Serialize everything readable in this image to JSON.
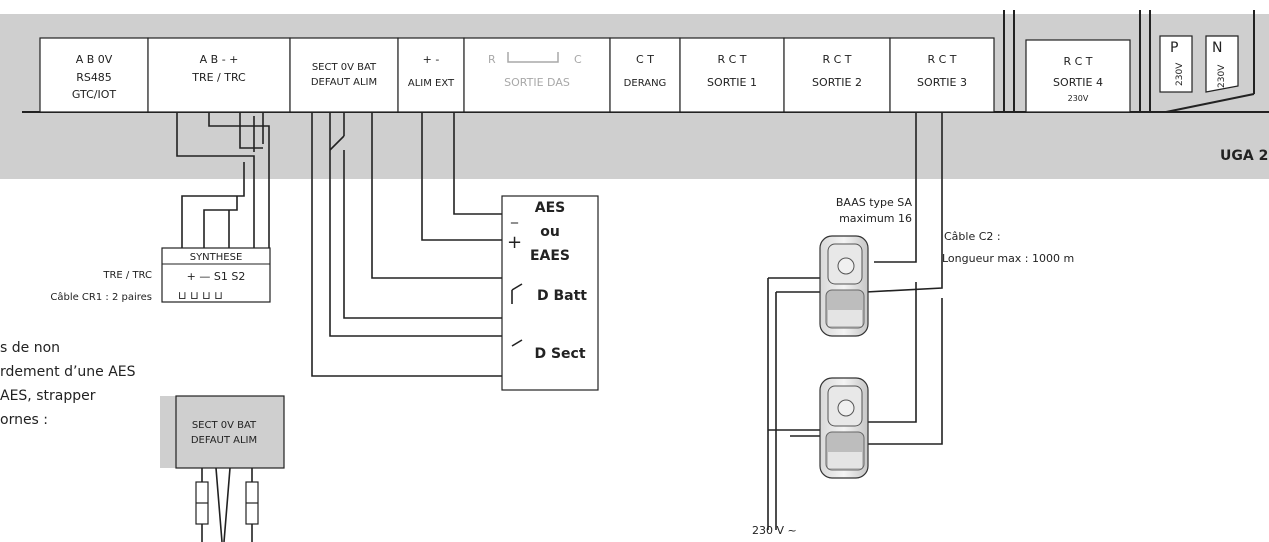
{
  "board": {
    "title": "UGA 2",
    "terminals": [
      {
        "pins": "A   B   0V",
        "l1": "RS485",
        "l2": "GTC/IOT"
      },
      {
        "pins": "A   B   -   +",
        "l1": "TRE / TRC",
        "l2": ""
      },
      {
        "pins": "",
        "l1": "SECT 0V BAT",
        "l2": "DEFAUT ALIM"
      },
      {
        "pins": "+   -",
        "l1": "ALIM EXT",
        "l2": ""
      },
      {
        "pins_r": "R",
        "pins_c": "C",
        "l1": "SORTIE DAS",
        "l2": ""
      },
      {
        "pins": "C   T",
        "l1": "DERANG",
        "l2": ""
      },
      {
        "pins": "R   C   T",
        "l1": "SORTIE 1",
        "l2": ""
      },
      {
        "pins": "R   C   T",
        "l1": "SORTIE 2",
        "l2": ""
      },
      {
        "pins": "R   C   T",
        "l1": "SORTIE 3",
        "l2": ""
      },
      {
        "pins": "R   C   T",
        "l1": "SORTIE 4",
        "l2": "230V"
      },
      {
        "pins": "P",
        "l1": "230V",
        "l2": ""
      },
      {
        "pins": "N",
        "l1": "230V",
        "l2": ""
      }
    ]
  },
  "synthese": {
    "title": "SYNTHESE",
    "pins": "+  —  S1  S2",
    "label1": "TRE / TRC",
    "label2": "Câble CR1 : 2 paires"
  },
  "aes": {
    "minus": "_",
    "plus": "+",
    "line1": "AES",
    "line2": "ou",
    "line3": "EAES",
    "dbatt": "D Batt",
    "dsect": "D Sect"
  },
  "note": {
    "line1": "s de non",
    "line2": "rdement d’une AES",
    "line3": "AES, strapper",
    "line4": "ornes :",
    "block_l1": "SECT 0V BAT",
    "block_l2": "DEFAUT ALIM"
  },
  "baas": {
    "label1": "BAAS type SA",
    "label2": "maximum 16",
    "cable1": "Câble C2 :",
    "cable2": "Longueur max  : 1000 m",
    "power": "230 V ~"
  }
}
